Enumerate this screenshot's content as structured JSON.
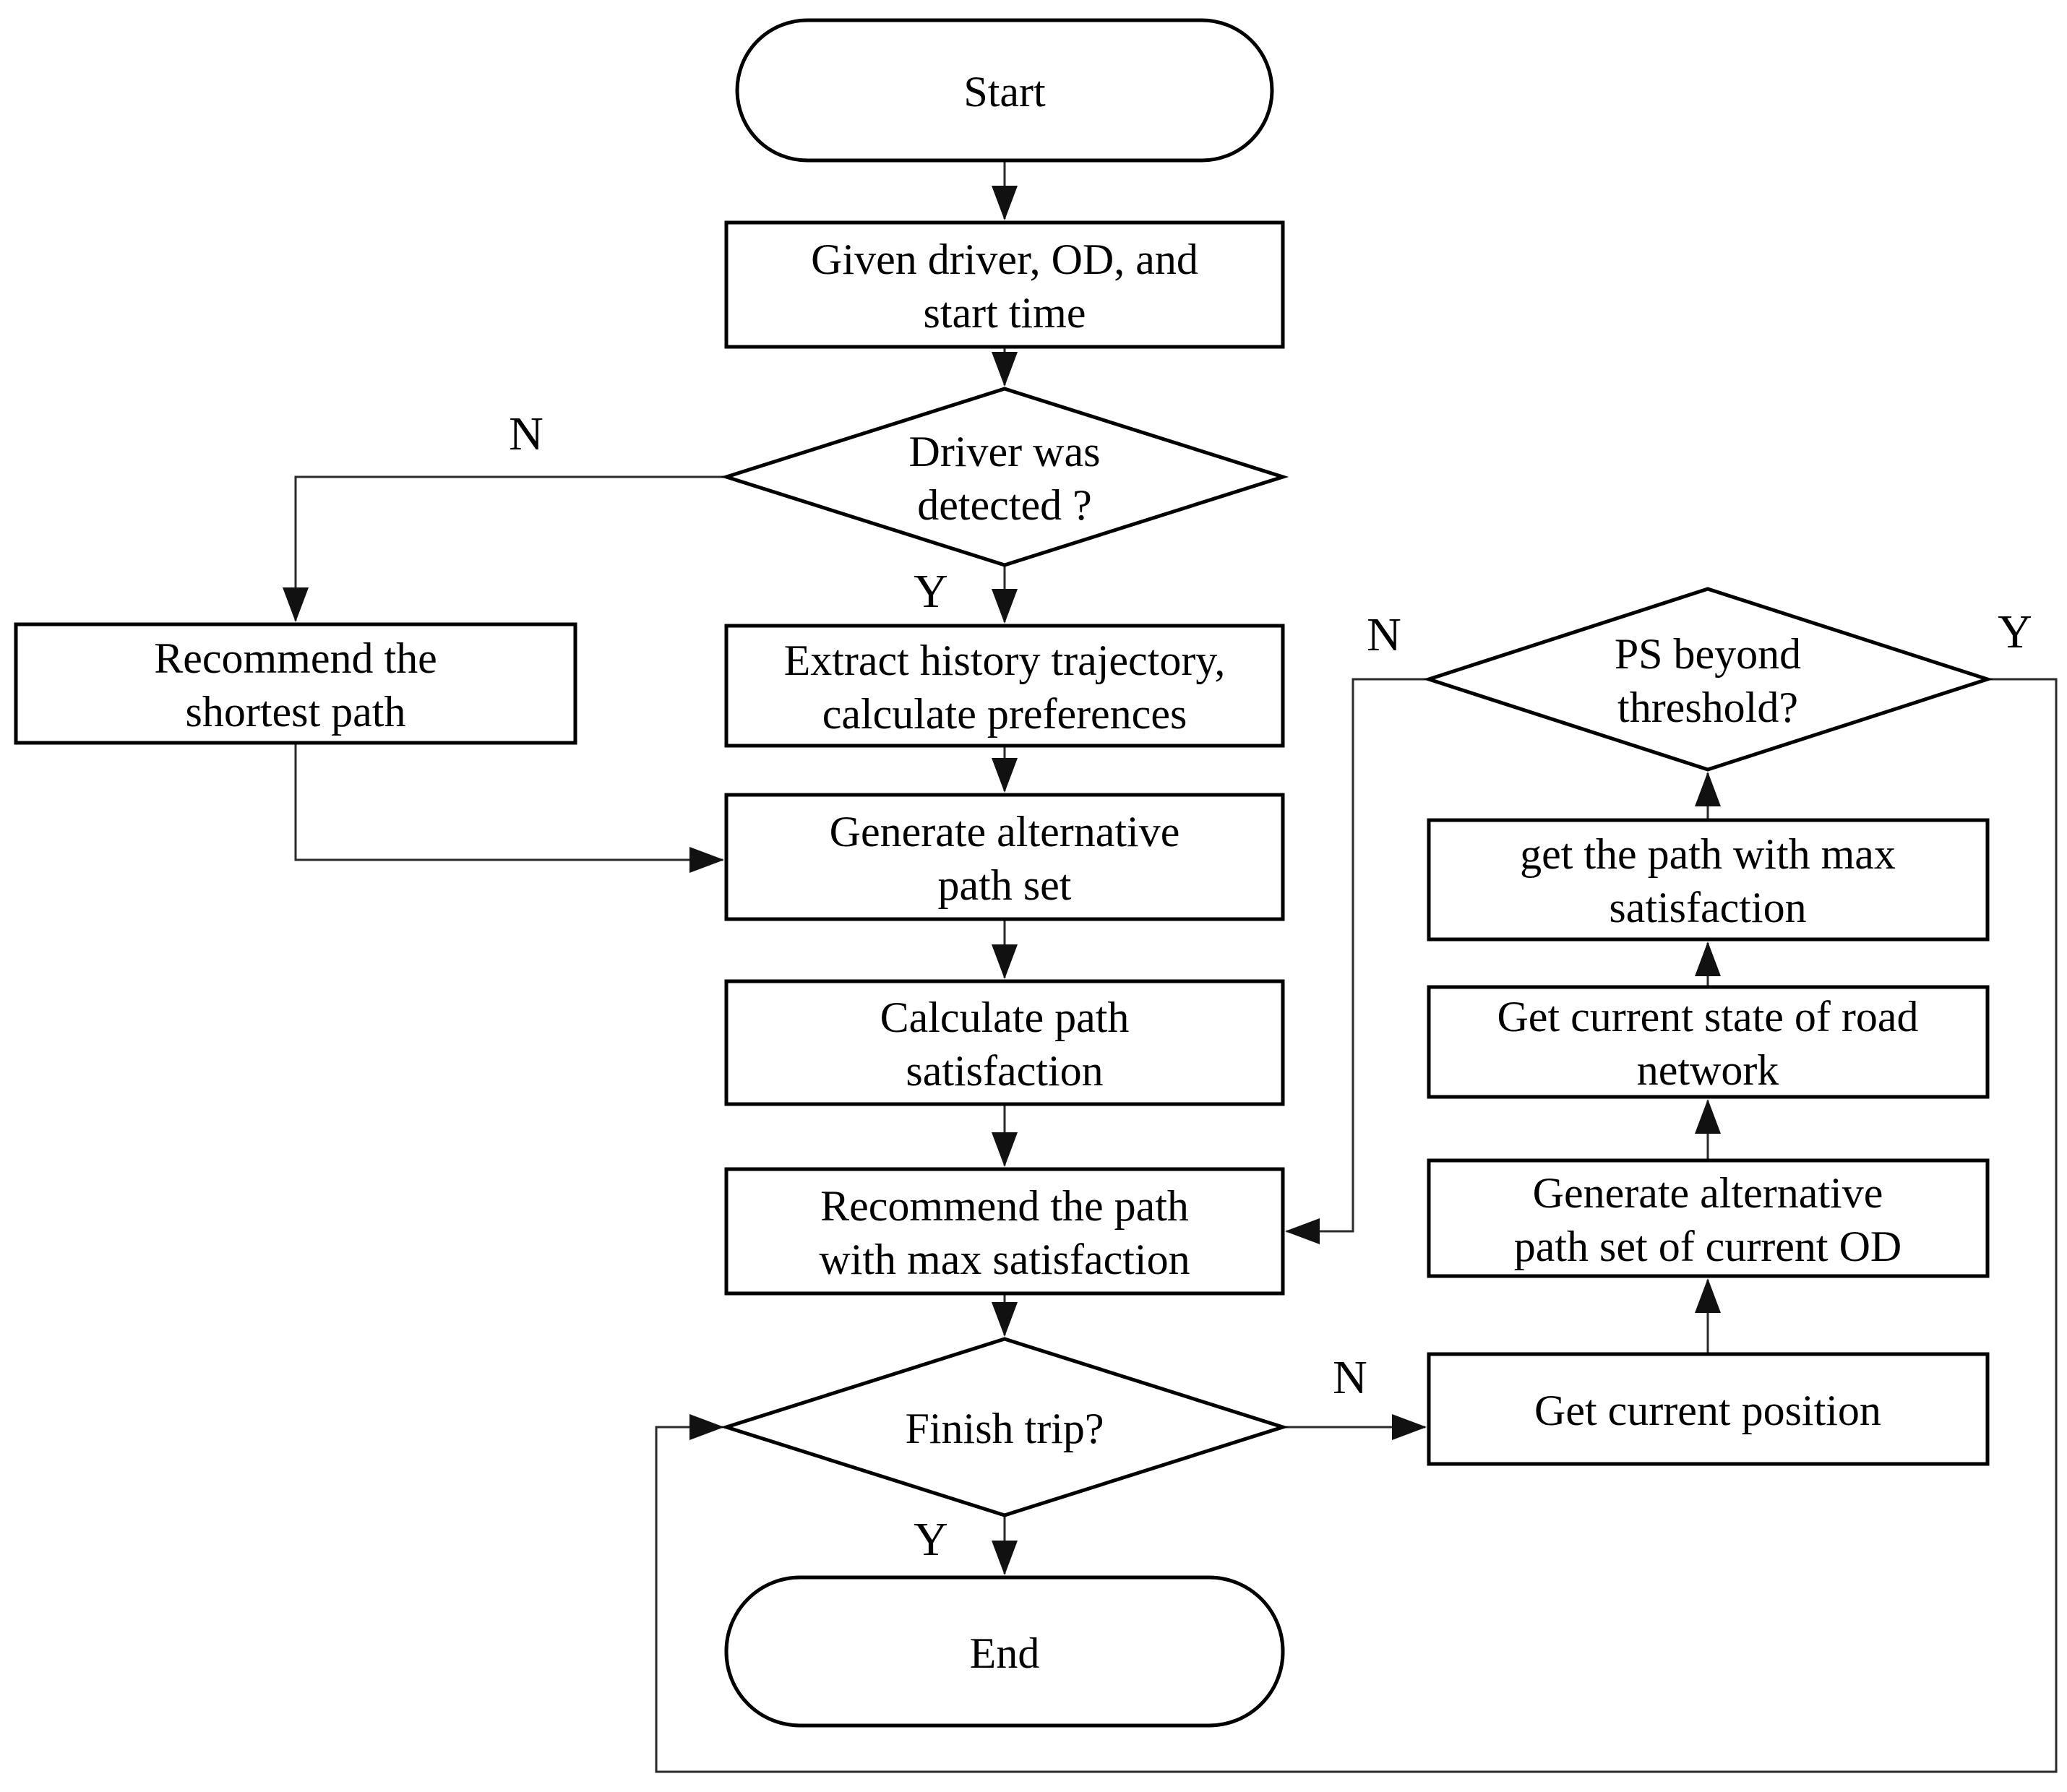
{
  "figure": {
    "type": "flowchart",
    "background_color": "#ffffff",
    "shape_border_color": "#000000",
    "connector_color": "#2b2b2b",
    "nodes": {
      "start": {
        "shape": "terminator",
        "lines": [
          "Start"
        ]
      },
      "given_driver": {
        "shape": "process",
        "lines": [
          "Given driver, OD, and",
          "start time"
        ]
      },
      "driver_detected": {
        "shape": "decision",
        "lines": [
          "Driver was",
          "detected ?"
        ]
      },
      "recommend_shortest": {
        "shape": "process",
        "lines": [
          "Recommend the",
          "shortest path"
        ]
      },
      "extract_history": {
        "shape": "process",
        "lines": [
          "Extract history trajectory,",
          "calculate preferences"
        ]
      },
      "generate_alternative": {
        "shape": "process",
        "lines": [
          "Generate alternative",
          "path set"
        ]
      },
      "calculate_satisfaction": {
        "shape": "process",
        "lines": [
          "Calculate path",
          "satisfaction"
        ]
      },
      "recommend_max": {
        "shape": "process",
        "lines": [
          "Recommend the path",
          "with max satisfaction"
        ]
      },
      "finish_trip": {
        "shape": "decision",
        "lines": [
          "Finish trip?"
        ]
      },
      "end": {
        "shape": "terminator",
        "lines": [
          "End"
        ]
      },
      "get_position": {
        "shape": "process",
        "lines": [
          "Get current position"
        ]
      },
      "generate_alt_current_od": {
        "shape": "process",
        "lines": [
          "Generate alternative",
          "path set of current OD"
        ]
      },
      "get_road_state": {
        "shape": "process",
        "lines": [
          "Get current state of road",
          "network"
        ]
      },
      "get_max_path": {
        "shape": "process",
        "lines": [
          "get the path with max",
          "satisfaction"
        ]
      },
      "ps_threshold": {
        "shape": "decision",
        "lines": [
          "PS beyond",
          "threshold?"
        ]
      }
    },
    "branch_labels": {
      "driver_detected_no": "N",
      "driver_detected_yes": "Y",
      "ps_threshold_no": "N",
      "ps_threshold_yes": "Y",
      "finish_trip_no": "N",
      "finish_trip_yes": "Y"
    }
  }
}
